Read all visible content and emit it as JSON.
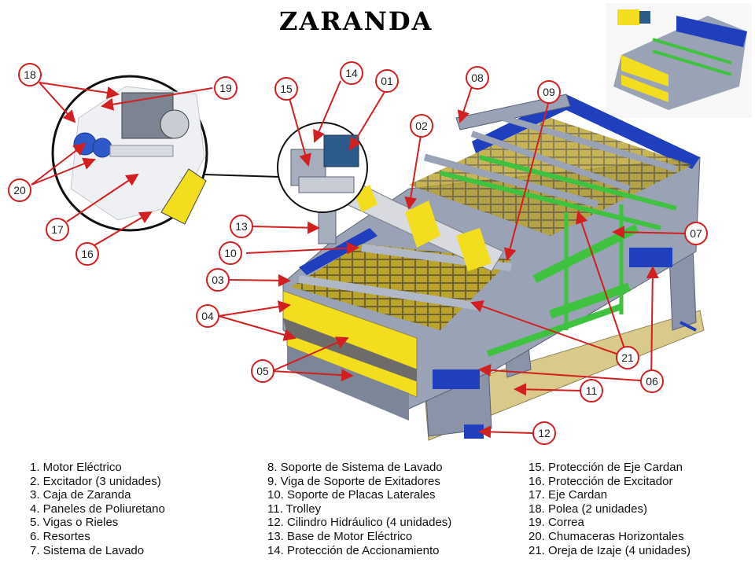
{
  "title": "ZARANDA",
  "callouts": [
    "18",
    "19",
    "14",
    "01",
    "15",
    "08",
    "09",
    "02",
    "20",
    "17",
    "16",
    "13",
    "10",
    "03",
    "04",
    "05",
    "07",
    "21",
    "06",
    "11",
    "12"
  ],
  "legend": [
    [
      "1. Motor Eléctrico",
      "2. Excitador (3 unidades)",
      "3. Caja de Zaranda",
      "4. Paneles de Poliuretano",
      "5. Vigas o Rieles",
      "6. Resortes",
      "7. Sistema de Lavado"
    ],
    [
      "8. Soporte de Sistema de Lavado",
      "9. Viga de Soporte de Exitadores",
      "10. Soporte de Placas Laterales",
      "11. Trolley",
      "12. Cilindro Hidráulico (4 unidades)",
      "13. Base de Motor Eléctrico",
      "14. Protección de Accionamiento"
    ],
    [
      "15. Protección de Eje Cardan",
      "16. Protección de Excitador",
      "17. Eje Cardan",
      "18. Polea (2 unidades)",
      "19. Correa",
      "20. Chumaceras Horizontales",
      "21. Oreja de Izaje (4 unidades)"
    ]
  ],
  "colors": {
    "frame": "#8a93a8",
    "panel_yellow": "#f2de1f",
    "mesh": "#b9a32a",
    "water_pipe": "#3fc23f",
    "blue_liner": "#1f3fbf",
    "motor": "#2c5a8a",
    "base_tan": "#d9c98a",
    "leader_red": "#d21f1f"
  }
}
